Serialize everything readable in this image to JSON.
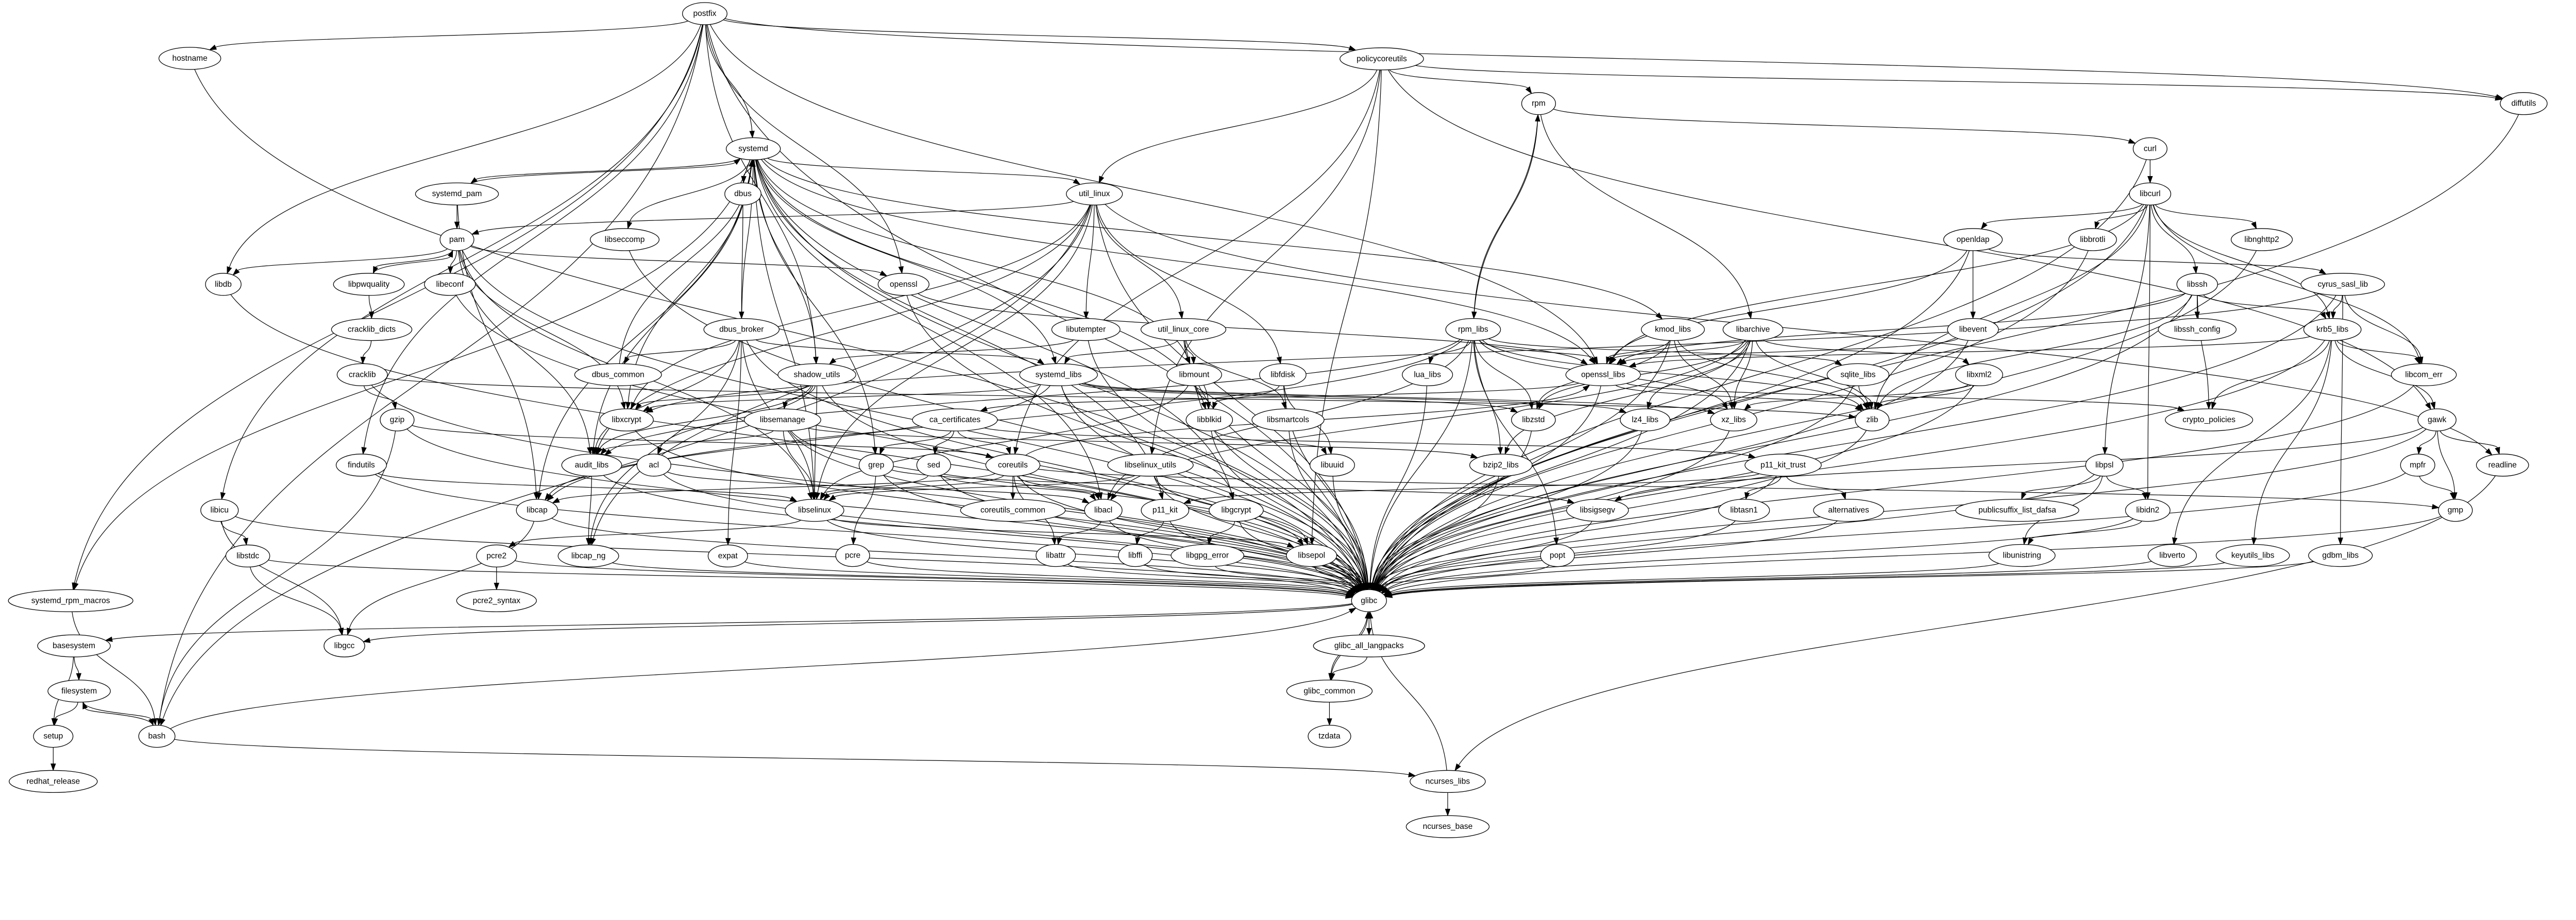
{
  "graph": {
    "type": "package-dependency-graph",
    "colors": {
      "node_fill": "#ffffff",
      "stroke": "#000000",
      "background": "#ffffff"
    },
    "nodes": [
      "postfix",
      "hostname",
      "policycoreutils",
      "diffutils",
      "rpm",
      "curl",
      "systemd",
      "dbus",
      "systemd_pam",
      "util_linux",
      "libcurl",
      "pam",
      "libseccomp",
      "openssl",
      "libdb",
      "libpwquality",
      "libeconf",
      "openldap",
      "libbrotli",
      "libnghttp2",
      "cyrus_sasl_lib",
      "cracklib_dicts",
      "libutempter",
      "util_linux_core",
      "rpm_libs",
      "kmod_libs",
      "libarchive",
      "libssh",
      "libevent",
      "libssh_config",
      "krb5_libs",
      "dbus_broker",
      "dbus_common",
      "shadow_utils",
      "systemd_libs",
      "libmount",
      "libfdisk",
      "lua_libs",
      "openssl_libs",
      "sqlite_libs",
      "libxml2",
      "libcom_err",
      "cracklib",
      "gzip",
      "libxcrypt",
      "libsemanage",
      "ca_certificates",
      "libblkid",
      "libsmartcols",
      "libzstd",
      "lz4_libs",
      "xz_libs",
      "zlib",
      "crypto_policies",
      "gawk",
      "findutils",
      "audit_libs",
      "acl",
      "grep",
      "sed",
      "coreutils",
      "libselinux_utils",
      "libuuid",
      "bzip2_libs",
      "p11_kit_trust",
      "libpsl",
      "mpfr",
      "readline",
      "libicu",
      "libcap",
      "libselinux",
      "coreutils_common",
      "libacl",
      "p11_kit",
      "libgcrypt",
      "libsigsegv",
      "libtasn1",
      "alternatives",
      "publicsuffix_list_dafsa",
      "libidn2",
      "gmp",
      "libstdc",
      "pcre2",
      "libcap_ng",
      "expat",
      "pcre",
      "libattr",
      "libffi",
      "libgpg_error",
      "libsepol",
      "popt",
      "libunistring",
      "libverto",
      "keyutils_libs",
      "gdbm_libs",
      "systemd_rpm_macros",
      "pcre2_syntax",
      "glibc",
      "basesystem",
      "libgcc",
      "glibc_all_langpacks",
      "filesystem",
      "glibc_common",
      "setup",
      "bash",
      "tzdata",
      "ncurses_libs",
      "redhat_release",
      "ncurses_base"
    ],
    "edges": [
      [
        "postfix",
        "hostname"
      ],
      [
        "postfix",
        "libdb"
      ],
      [
        "postfix",
        "libicu"
      ],
      [
        "postfix",
        "systemd"
      ],
      [
        "postfix",
        "policycoreutils"
      ],
      [
        "postfix",
        "diffutils"
      ],
      [
        "postfix",
        "openssl_libs"
      ],
      [
        "postfix",
        "openssl"
      ],
      [
        "postfix",
        "findutils"
      ],
      [
        "postfix",
        "shadow_utils"
      ],
      [
        "postfix",
        "glibc"
      ],
      [
        "postfix",
        "bash"
      ],
      [
        "postfix",
        "systemd_rpm_macros"
      ],
      [
        "hostname",
        "glibc"
      ],
      [
        "policycoreutils",
        "rpm"
      ],
      [
        "policycoreutils",
        "util_linux"
      ],
      [
        "policycoreutils",
        "diffutils"
      ],
      [
        "policycoreutils",
        "gawk"
      ],
      [
        "policycoreutils",
        "coreutils"
      ],
      [
        "policycoreutils",
        "libsepol"
      ],
      [
        "policycoreutils",
        "libselinux_utils"
      ],
      [
        "diffutils",
        "glibc"
      ],
      [
        "rpm",
        "curl"
      ],
      [
        "rpm",
        "rpm_libs"
      ],
      [
        "rpm",
        "libarchive"
      ],
      [
        "curl",
        "libcurl"
      ],
      [
        "curl",
        "glibc"
      ],
      [
        "libcurl",
        "openldap"
      ],
      [
        "libcurl",
        "libbrotli"
      ],
      [
        "libcurl",
        "libnghttp2"
      ],
      [
        "libcurl",
        "libssh"
      ],
      [
        "libcurl",
        "libcom_err"
      ],
      [
        "libcurl",
        "krb5_libs"
      ],
      [
        "libcurl",
        "libpsl"
      ],
      [
        "libcurl",
        "libidn2"
      ],
      [
        "libcurl",
        "zlib"
      ],
      [
        "libcurl",
        "openssl_libs"
      ],
      [
        "libcurl",
        "glibc"
      ],
      [
        "systemd",
        "systemd_pam"
      ],
      [
        "systemd",
        "dbus"
      ],
      [
        "systemd",
        "libseccomp"
      ],
      [
        "systemd",
        "util_linux"
      ],
      [
        "systemd",
        "libxcrypt"
      ],
      [
        "systemd",
        "audit_libs"
      ],
      [
        "systemd",
        "libcap"
      ],
      [
        "systemd",
        "kmod_libs"
      ],
      [
        "systemd",
        "openssl_libs"
      ],
      [
        "systemd",
        "systemd_libs"
      ],
      [
        "systemd",
        "libacl"
      ],
      [
        "systemd",
        "libgcrypt"
      ],
      [
        "systemd",
        "grep"
      ],
      [
        "systemd",
        "libselinux"
      ],
      [
        "systemd",
        "shadow_utils"
      ],
      [
        "systemd",
        "p11_kit"
      ],
      [
        "systemd",
        "libblkid"
      ],
      [
        "systemd",
        "libmount"
      ],
      [
        "systemd",
        "glibc"
      ],
      [
        "systemd",
        "systemd_rpm_macros"
      ],
      [
        "systemd_pam",
        "systemd"
      ],
      [
        "systemd_pam",
        "pam"
      ],
      [
        "systemd_pam",
        "libcap"
      ],
      [
        "dbus",
        "dbus_broker"
      ],
      [
        "util_linux",
        "pam"
      ],
      [
        "util_linux",
        "libutempter"
      ],
      [
        "util_linux",
        "util_linux_core"
      ],
      [
        "util_linux",
        "libfdisk"
      ],
      [
        "util_linux",
        "libxcrypt"
      ],
      [
        "util_linux",
        "audit_libs"
      ],
      [
        "util_linux",
        "libcap_ng"
      ],
      [
        "util_linux",
        "readline"
      ],
      [
        "util_linux",
        "bash"
      ],
      [
        "util_linux",
        "libselinux"
      ],
      [
        "util_linux",
        "glibc"
      ],
      [
        "pam",
        "libdb"
      ],
      [
        "pam",
        "libpwquality"
      ],
      [
        "pam",
        "libeconf"
      ],
      [
        "pam",
        "openssl"
      ],
      [
        "pam",
        "libxcrypt"
      ],
      [
        "pam",
        "audit_libs"
      ],
      [
        "pam",
        "libselinux"
      ],
      [
        "pam",
        "glibc"
      ],
      [
        "libpwquality",
        "pam"
      ],
      [
        "libpwquality",
        "cracklib_dicts"
      ],
      [
        "cracklib_dicts",
        "cracklib"
      ],
      [
        "cracklib",
        "gzip"
      ],
      [
        "cracklib",
        "zlib"
      ],
      [
        "cracklib",
        "glibc"
      ],
      [
        "gzip",
        "coreutils"
      ],
      [
        "gzip",
        "bash"
      ],
      [
        "gzip",
        "glibc"
      ],
      [
        "libseccomp",
        "glibc"
      ],
      [
        "openssl",
        "openssl_libs"
      ],
      [
        "openssl",
        "glibc"
      ],
      [
        "libdb",
        "glibc"
      ],
      [
        "libeconf",
        "glibc"
      ],
      [
        "openldap",
        "openssl_libs"
      ],
      [
        "openldap",
        "libevent"
      ],
      [
        "openldap",
        "cyrus_sasl_lib"
      ],
      [
        "openldap",
        "glibc"
      ],
      [
        "libbrotli",
        "glibc"
      ],
      [
        "libnghttp2",
        "glibc"
      ],
      [
        "cyrus_sasl_lib",
        "krb5_libs"
      ],
      [
        "cyrus_sasl_lib",
        "libcom_err"
      ],
      [
        "cyrus_sasl_lib",
        "gdbm_libs"
      ],
      [
        "cyrus_sasl_lib",
        "libxcrypt"
      ],
      [
        "cyrus_sasl_lib",
        "glibc"
      ],
      [
        "libutempter",
        "shadow_utils"
      ],
      [
        "libutempter",
        "glibc"
      ],
      [
        "util_linux_core",
        "systemd_libs"
      ],
      [
        "util_linux_core",
        "libmount"
      ],
      [
        "util_linux_core",
        "libblkid"
      ],
      [
        "util_linux_core",
        "libsmartcols"
      ],
      [
        "util_linux_core",
        "glibc"
      ],
      [
        "rpm_libs",
        "rpm"
      ],
      [
        "rpm_libs",
        "lua_libs"
      ],
      [
        "rpm_libs",
        "openssl_libs"
      ],
      [
        "rpm_libs",
        "libzstd"
      ],
      [
        "rpm_libs",
        "bzip2_libs"
      ],
      [
        "rpm_libs",
        "xz_libs"
      ],
      [
        "rpm_libs",
        "zlib"
      ],
      [
        "rpm_libs",
        "sqlite_libs"
      ],
      [
        "rpm_libs",
        "popt"
      ],
      [
        "rpm_libs",
        "libacl"
      ],
      [
        "rpm_libs",
        "libcap"
      ],
      [
        "rpm_libs",
        "audit_libs"
      ],
      [
        "rpm_libs",
        "glibc"
      ],
      [
        "kmod_libs",
        "openssl_libs"
      ],
      [
        "kmod_libs",
        "libzstd"
      ],
      [
        "kmod_libs",
        "xz_libs"
      ],
      [
        "kmod_libs",
        "zlib"
      ],
      [
        "kmod_libs",
        "glibc"
      ],
      [
        "libarchive",
        "openssl_libs"
      ],
      [
        "libarchive",
        "libxml2"
      ],
      [
        "libarchive",
        "xz_libs"
      ],
      [
        "libarchive",
        "lz4_libs"
      ],
      [
        "libarchive",
        "libzstd"
      ],
      [
        "libarchive",
        "bzip2_libs"
      ],
      [
        "libarchive",
        "zlib"
      ],
      [
        "libarchive",
        "libacl"
      ],
      [
        "libarchive",
        "glibc"
      ],
      [
        "libssh",
        "libssh_config"
      ],
      [
        "libssh",
        "krb5_libs"
      ],
      [
        "libssh",
        "openssl_libs"
      ],
      [
        "libssh",
        "zlib"
      ],
      [
        "libssh",
        "crypto_policies"
      ],
      [
        "libssh",
        "glibc"
      ],
      [
        "libevent",
        "openssl_libs"
      ],
      [
        "libevent",
        "glibc"
      ],
      [
        "krb5_libs",
        "libcom_err"
      ],
      [
        "krb5_libs",
        "keyutils_libs"
      ],
      [
        "krb5_libs",
        "libverto"
      ],
      [
        "krb5_libs",
        "crypto_policies"
      ],
      [
        "krb5_libs",
        "openssl_libs"
      ],
      [
        "krb5_libs",
        "gawk"
      ],
      [
        "krb5_libs",
        "glibc"
      ],
      [
        "dbus_broker",
        "systemd"
      ],
      [
        "dbus_broker",
        "dbus_common"
      ],
      [
        "dbus_broker",
        "systemd_libs"
      ],
      [
        "dbus_broker",
        "audit_libs"
      ],
      [
        "dbus_broker",
        "libcap_ng"
      ],
      [
        "dbus_broker",
        "expat"
      ],
      [
        "dbus_broker",
        "libselinux"
      ],
      [
        "dbus_broker",
        "glibc"
      ],
      [
        "dbus_common",
        "systemd"
      ],
      [
        "shadow_utils",
        "libsemanage"
      ],
      [
        "shadow_utils",
        "libxcrypt"
      ],
      [
        "shadow_utils",
        "audit_libs"
      ],
      [
        "shadow_utils",
        "acl"
      ],
      [
        "shadow_utils",
        "libselinux"
      ],
      [
        "shadow_utils",
        "glibc"
      ],
      [
        "systemd_libs",
        "libcap"
      ],
      [
        "systemd_libs",
        "libgcrypt"
      ],
      [
        "systemd_libs",
        "lz4_libs"
      ],
      [
        "systemd_libs",
        "xz_libs"
      ],
      [
        "systemd_libs",
        "libzstd"
      ],
      [
        "systemd_libs",
        "libxcrypt"
      ],
      [
        "systemd_libs",
        "glibc"
      ],
      [
        "libmount",
        "libblkid"
      ],
      [
        "libmount",
        "libselinux"
      ],
      [
        "libmount",
        "glibc"
      ],
      [
        "libfdisk",
        "libblkid"
      ],
      [
        "libfdisk",
        "libuuid"
      ],
      [
        "libfdisk",
        "glibc"
      ],
      [
        "lua_libs",
        "glibc"
      ],
      [
        "openssl_libs",
        "ca_certificates"
      ],
      [
        "openssl_libs",
        "crypto_policies"
      ],
      [
        "openssl_libs",
        "zlib"
      ],
      [
        "openssl_libs",
        "glibc"
      ],
      [
        "sqlite_libs",
        "zlib"
      ],
      [
        "sqlite_libs",
        "glibc"
      ],
      [
        "libxml2",
        "xz_libs"
      ],
      [
        "libxml2",
        "zlib"
      ],
      [
        "libxml2",
        "glibc"
      ],
      [
        "libcom_err",
        "glibc"
      ],
      [
        "libxcrypt",
        "glibc"
      ],
      [
        "libsemanage",
        "audit_libs"
      ],
      [
        "libsemanage",
        "bzip2_libs"
      ],
      [
        "libsemanage",
        "libselinux"
      ],
      [
        "libsemanage",
        "libsepol"
      ],
      [
        "libsemanage",
        "glibc"
      ],
      [
        "ca_certificates",
        "grep"
      ],
      [
        "ca_certificates",
        "sed"
      ],
      [
        "ca_certificates",
        "coreutils"
      ],
      [
        "ca_certificates",
        "p11_kit_trust"
      ],
      [
        "libblkid",
        "libuuid"
      ],
      [
        "libblkid",
        "glibc"
      ],
      [
        "libsmartcols",
        "glibc"
      ],
      [
        "libzstd",
        "glibc"
      ],
      [
        "lz4_libs",
        "glibc"
      ],
      [
        "xz_libs",
        "glibc"
      ],
      [
        "zlib",
        "glibc"
      ],
      [
        "gawk",
        "mpfr"
      ],
      [
        "gawk",
        "gmp"
      ],
      [
        "gawk",
        "readline"
      ],
      [
        "gawk",
        "libsigsegv"
      ],
      [
        "gawk",
        "glibc"
      ],
      [
        "findutils",
        "libselinux"
      ],
      [
        "findutils",
        "glibc"
      ],
      [
        "audit_libs",
        "libcap_ng"
      ],
      [
        "audit_libs",
        "glibc"
      ],
      [
        "acl",
        "libacl"
      ],
      [
        "acl",
        "glibc"
      ],
      [
        "grep",
        "pcre"
      ],
      [
        "grep",
        "libsigsegv"
      ],
      [
        "grep",
        "glibc"
      ],
      [
        "sed",
        "libacl"
      ],
      [
        "sed",
        "libselinux"
      ],
      [
        "sed",
        "glibc"
      ],
      [
        "coreutils",
        "coreutils_common"
      ],
      [
        "coreutils",
        "libacl"
      ],
      [
        "coreutils",
        "libattr"
      ],
      [
        "coreutils",
        "libcap"
      ],
      [
        "coreutils",
        "libselinux"
      ],
      [
        "coreutils",
        "openssl_libs"
      ],
      [
        "coreutils",
        "gmp"
      ],
      [
        "coreutils",
        "glibc"
      ],
      [
        "libselinux_utils",
        "libselinux"
      ],
      [
        "libselinux_utils",
        "libsepol"
      ],
      [
        "libselinux_utils",
        "glibc"
      ],
      [
        "libuuid",
        "glibc"
      ],
      [
        "bzip2_libs",
        "glibc"
      ],
      [
        "p11_kit_trust",
        "p11_kit"
      ],
      [
        "p11_kit_trust",
        "libtasn1"
      ],
      [
        "p11_kit_trust",
        "alternatives"
      ],
      [
        "p11_kit_trust",
        "glibc"
      ],
      [
        "libpsl",
        "publicsuffix_list_dafsa"
      ],
      [
        "libpsl",
        "libidn2"
      ],
      [
        "libpsl",
        "libunistring"
      ],
      [
        "libpsl",
        "glibc"
      ],
      [
        "mpfr",
        "gmp"
      ],
      [
        "mpfr",
        "glibc"
      ],
      [
        "readline",
        "ncurses_libs"
      ],
      [
        "libicu",
        "libstdc"
      ],
      [
        "libicu",
        "libgcc"
      ],
      [
        "libicu",
        "glibc"
      ],
      [
        "libcap",
        "libgcc"
      ],
      [
        "libcap",
        "glibc"
      ],
      [
        "libselinux",
        "pcre2"
      ],
      [
        "libselinux",
        "libsepol"
      ],
      [
        "libselinux",
        "glibc"
      ],
      [
        "libacl",
        "libattr"
      ],
      [
        "libacl",
        "glibc"
      ],
      [
        "p11_kit",
        "libffi"
      ],
      [
        "p11_kit",
        "glibc"
      ],
      [
        "libgcrypt",
        "libgpg_error"
      ],
      [
        "libgcrypt",
        "glibc"
      ],
      [
        "libsigsegv",
        "glibc"
      ],
      [
        "libtasn1",
        "glibc"
      ],
      [
        "alternatives",
        "glibc"
      ],
      [
        "libidn2",
        "libunistring"
      ],
      [
        "libidn2",
        "glibc"
      ],
      [
        "gmp",
        "glibc"
      ],
      [
        "libstdc",
        "libgcc"
      ],
      [
        "libstdc",
        "glibc"
      ],
      [
        "pcre2",
        "pcre2_syntax"
      ],
      [
        "pcre2",
        "glibc"
      ],
      [
        "libcap_ng",
        "glibc"
      ],
      [
        "expat",
        "glibc"
      ],
      [
        "pcre",
        "glibc"
      ],
      [
        "libattr",
        "glibc"
      ],
      [
        "libffi",
        "glibc"
      ],
      [
        "libgpg_error",
        "glibc"
      ],
      [
        "libsepol",
        "glibc"
      ],
      [
        "popt",
        "glibc"
      ],
      [
        "libunistring",
        "glibc"
      ],
      [
        "libverto",
        "glibc"
      ],
      [
        "keyutils_libs",
        "glibc"
      ],
      [
        "gdbm_libs",
        "glibc"
      ],
      [
        "systemd_rpm_macros",
        "bash"
      ],
      [
        "glibc",
        "basesystem"
      ],
      [
        "glibc",
        "libgcc"
      ],
      [
        "glibc",
        "glibc_all_langpacks"
      ],
      [
        "glibc",
        "glibc_common"
      ],
      [
        "basesystem",
        "filesystem"
      ],
      [
        "basesystem",
        "setup"
      ],
      [
        "filesystem",
        "setup"
      ],
      [
        "filesystem",
        "bash"
      ],
      [
        "bash",
        "filesystem"
      ],
      [
        "bash",
        "glibc"
      ],
      [
        "bash",
        "ncurses_libs"
      ],
      [
        "glibc_all_langpacks",
        "glibc_common"
      ],
      [
        "glibc_common",
        "glibc"
      ],
      [
        "glibc_common",
        "tzdata"
      ],
      [
        "setup",
        "redhat_release"
      ],
      [
        "ncurses_libs",
        "glibc"
      ],
      [
        "ncurses_libs",
        "ncurses_base"
      ]
    ]
  }
}
